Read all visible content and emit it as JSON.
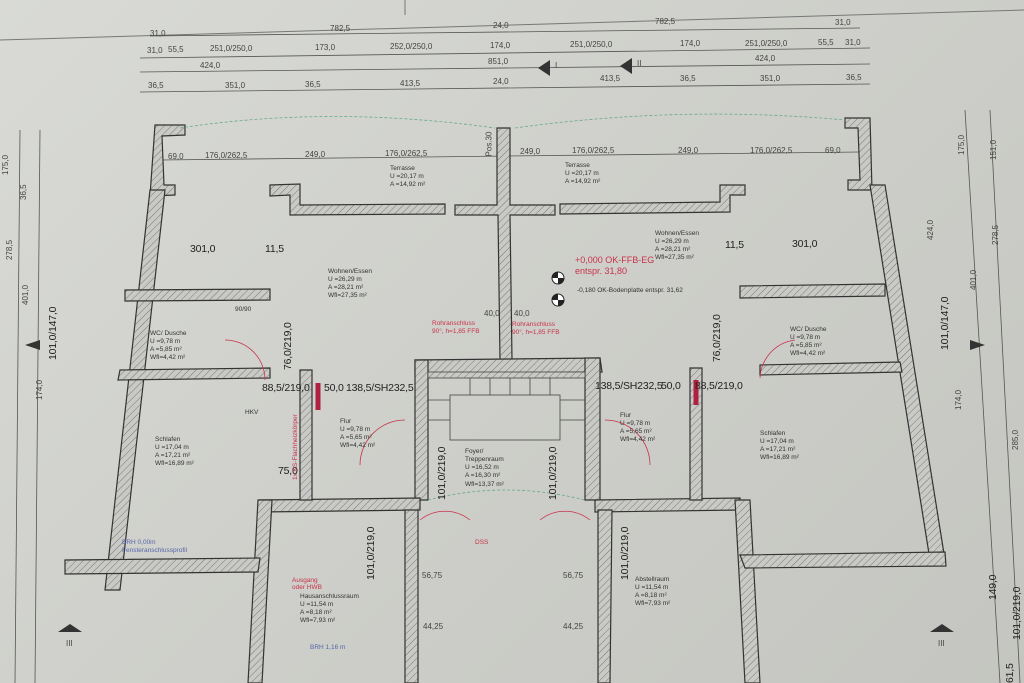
{
  "dimensions": {
    "row1": [
      "31,0",
      "782,5",
      "24,0",
      "782,5",
      "31,0"
    ],
    "row2": [
      "31,0",
      "55,5",
      "251,0/250,0",
      "173,0",
      "252,0/250,0",
      "174,0",
      "251,0/250,0",
      "174,0",
      "251,0/250,0",
      "55,5",
      "31,0"
    ],
    "row3": [
      "424,0",
      "851,0",
      "424,0"
    ],
    "row4": [
      "36,5",
      "351,0",
      "36,5",
      "413,5",
      "24,0",
      "413,5",
      "36,5",
      "351,0",
      "36,5"
    ],
    "inner_top": [
      "69,0",
      "176,0/262,5",
      "249,0",
      "176,0/262,5",
      "249,0",
      "176,0/262,5",
      "249,0",
      "176,0/262,5",
      "69,0"
    ],
    "inner_misc": [
      "301,0",
      "11,5",
      "11,5",
      "301,0",
      "75,0",
      "40,0",
      "40,0",
      "56,75",
      "56,75",
      "44,25",
      "44,25"
    ],
    "doors": [
      "88,5/219,0",
      "50,0",
      "138,5/SH232,5",
      "138,5/SH232,5",
      "50,0",
      "88,5/219,0",
      "101,0/219,0",
      "101,0/219,0",
      "101,0/219,0",
      "101,0/219,0",
      "76,0/219,0",
      "76,0/219,0"
    ],
    "left_side": [
      "175,0",
      "36,5",
      "278,5",
      "401,0",
      "101,0/147,0",
      "174,0"
    ],
    "right_side": [
      "175,0",
      "151,0",
      "278,5",
      "424,0",
      "401,0",
      "101,0/147,0",
      "174,0",
      "285,0",
      "149,0",
      "61,5",
      "101,0/219,0"
    ],
    "pos": "Pos.30",
    "section_marks": [
      "I",
      "II",
      "III",
      "III"
    ]
  },
  "rooms": [
    {
      "name": "Terrasse",
      "U": "U   =20,17 m",
      "A": "A   =14,92 m²"
    },
    {
      "name": "Terrasse",
      "U": "U   =20,17 m",
      "A": "A   =14,92 m²"
    },
    {
      "name": "Wohnen/Essen",
      "U": "U   =26,29 m",
      "A": "A   =28,21 m²",
      "W": "Wfl=27,35 m²"
    },
    {
      "name": "Wohnen/Essen",
      "U": "U   =26,29 m",
      "A": "A   =28,21 m²",
      "W": "Wfl=27,35 m²"
    },
    {
      "name": "WC/ Dusche",
      "U": "U   =9,78 m",
      "A": "A   =5,85 m²",
      "W": "Wfl=4,42 m²"
    },
    {
      "name": "WC/ Dusche",
      "U": "U   =9,78 m",
      "A": "A   =5,85 m²",
      "W": "Wfl=4,42 m²"
    },
    {
      "name": "Schlafen",
      "U": "U   =17,04 m",
      "A": "A   =17,21 m²",
      "W": "Wfl=16,89 m²"
    },
    {
      "name": "Schlafen",
      "U": "U   =17,04 m",
      "A": "A   =17,21 m²",
      "W": "Wfl=16,89 m²"
    },
    {
      "name": "Flur",
      "U": "U   =9,78 m",
      "A": "A   =5,65 m²",
      "W": "Wfl=4,42 m²"
    },
    {
      "name": "Flur",
      "U": "U   =9,78 m",
      "A": "A   =5,65 m²",
      "W": "Wfl=4,42 m²"
    },
    {
      "name": "Foyer/ Treppenraum",
      "U": "U   =16,52 m",
      "A": "A   =16,30 m²",
      "W": "Wfl=13,37 m²"
    },
    {
      "name": "Hausanschlussraum",
      "U": "U   =11,54 m",
      "A": "A   =8,18 m²",
      "W": "Wfl=7,93 m²"
    },
    {
      "name": "Abstellraum",
      "U": "U   =11,54 m",
      "A": "A   =8,18 m²",
      "W": "Wfl=7,93 m²"
    }
  ],
  "annotations": {
    "level": "+0,000 OK-FFB-EG",
    "level_ref": "entspr. 31,80",
    "slab": "-0,180 OK-Bodenplatte entspr. 31,62",
    "pipe1": "Rohranschluss",
    "pipe1b": "90°, h=1,85 FFB",
    "pipe2": "Rohranschluss",
    "pipe2b": "90°, h=1,85 FFB",
    "exit": "Ausgang oder HWB",
    "brh": "BRH 0,00m",
    "profile": "Fensteranschlussprofil",
    "brh2": "BRH 1,16 m",
    "dss": "DSS",
    "hkv": "HKV",
    "tray": "90/90",
    "heater": "1x KS-Flachheizkörper"
  }
}
